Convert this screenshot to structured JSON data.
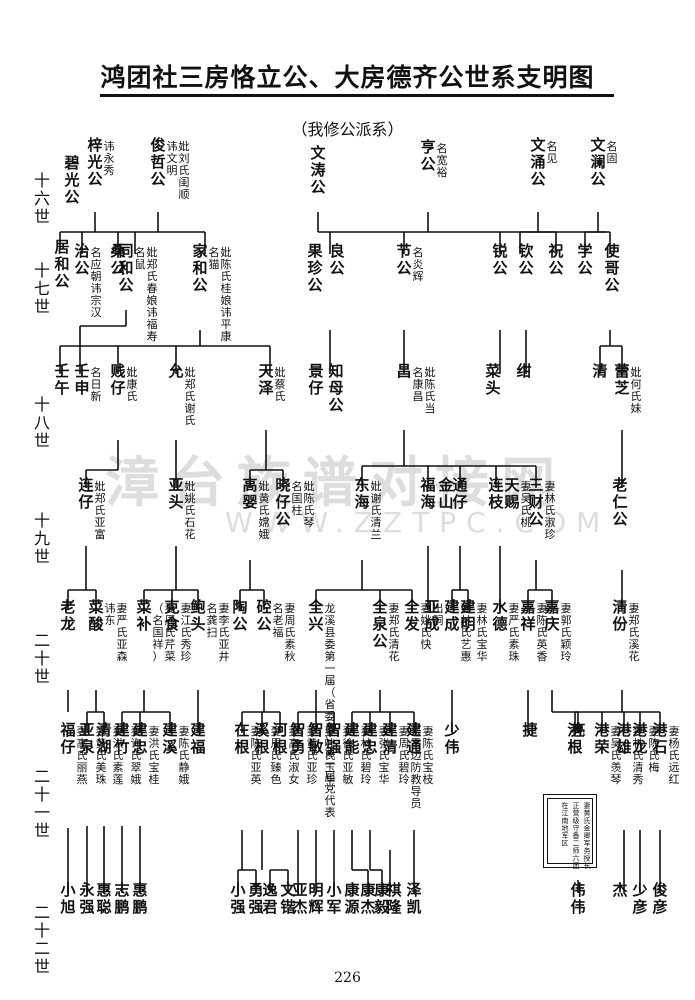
{
  "title": "鸿团社三房恪立公、大房德齐公世系支明图",
  "subtitle": "（我修公派系）",
  "generations": [
    "十六世",
    "十七世",
    "十八世",
    "十九世",
    "二十世",
    "二十一世",
    "二十二世"
  ],
  "watermark": "漳台族谱对接网",
  "watermark_url": "WWW.ZZTPC.COM",
  "page_number": "226",
  "military_note": "妻黄氏金卿军务授长正营级守备二师六团在江南地军区",
  "persons": [
    {
      "id": "zgg",
      "name": "梓光公",
      "note": "讳永秀"
    },
    {
      "id": "bgg",
      "name": "碧光公",
      "note": ""
    },
    {
      "id": "jzg",
      "name": "俊哲公",
      "note": "讳文明 妣刘氏闺顺"
    },
    {
      "id": "wtg",
      "name": "文涛公",
      "note": ""
    },
    {
      "id": "hg",
      "name": "亨公",
      "note": "名宽裕"
    },
    {
      "id": "wyg",
      "name": "文涌公",
      "note": "名见"
    },
    {
      "id": "wlg",
      "name": "文澜公",
      "note": "名固"
    },
    {
      "id": "jhg",
      "name": "居和公",
      "note": ""
    },
    {
      "id": "zhg",
      "name": "治公",
      "note": "名应朝讳宗汉"
    },
    {
      "id": "sg",
      "name": "桑公",
      "note": ""
    },
    {
      "id": "thg",
      "name": "同和公",
      "note": "名鼠 妣郑氏春娘讳福寿"
    },
    {
      "id": "jhg2",
      "name": "家和公",
      "note": "名猫 妣陈氏桂娘讳平康"
    },
    {
      "id": "gzg",
      "name": "果珍公",
      "note": ""
    },
    {
      "id": "lg",
      "name": "良公",
      "note": ""
    },
    {
      "id": "jg",
      "name": "节公",
      "note": "名炎辉"
    },
    {
      "id": "rg",
      "name": "锐公",
      "note": ""
    },
    {
      "id": "qg",
      "name": "钦公",
      "note": ""
    },
    {
      "id": "zg",
      "name": "祝公",
      "note": ""
    },
    {
      "id": "xg",
      "name": "学公",
      "note": ""
    },
    {
      "id": "sgg",
      "name": "使哥公",
      "note": ""
    },
    {
      "id": "rw",
      "name": "壬午",
      "note": ""
    },
    {
      "id": "rs",
      "name": "壬申",
      "note": "名日新"
    },
    {
      "id": "jz",
      "name": "贱仔",
      "note": "妣康氏"
    },
    {
      "id": "yz",
      "name": "允",
      "note": "妣郑氏谢氏"
    },
    {
      "id": "tz",
      "name": "天泽",
      "note": "妣蔡氏"
    },
    {
      "id": "jz2",
      "name": "景仔",
      "note": ""
    },
    {
      "id": "zmg",
      "name": "知母公",
      "note": ""
    },
    {
      "id": "c",
      "name": "昌",
      "note": "名康昌 妣陈氏当"
    },
    {
      "id": "ct",
      "name": "菜头",
      "note": ""
    },
    {
      "id": "s",
      "name": "绀",
      "note": ""
    },
    {
      "id": "q",
      "name": "清",
      "note": ""
    },
    {
      "id": "lz",
      "name": "蕾芝",
      "note": "妣何氏妹"
    },
    {
      "id": "lianz",
      "name": "连仔",
      "note": "妣郑氏亚富"
    },
    {
      "id": "yt",
      "name": "亚头",
      "note": "妣姚氏石花"
    },
    {
      "id": "gy",
      "name": "高婴",
      "note": "妣黄氏嫦娥"
    },
    {
      "id": "xzg",
      "name": "晓仔公",
      "note": "名国柱 妣陈氏琴"
    },
    {
      "id": "dh",
      "name": "东海",
      "note": "妣谢氏清兰"
    },
    {
      "id": "fh",
      "name": "福海",
      "note": ""
    },
    {
      "id": "js",
      "name": "金山",
      "note": ""
    },
    {
      "id": "tz2",
      "name": "通仔",
      "note": ""
    },
    {
      "id": "lzhi",
      "name": "连枝",
      "note": ""
    },
    {
      "id": "tc",
      "name": "天赐",
      "note": "妻吴氏桃"
    },
    {
      "id": "scg",
      "name": "三财公",
      "note": "妻林氏淑珍"
    },
    {
      "id": "lrg",
      "name": "老仁公",
      "note": ""
    },
    {
      "id": "laol",
      "name": "老龙",
      "note": ""
    },
    {
      "id": "cs",
      "name": "菜酸",
      "note": "讳东 妻严氏亚森"
    },
    {
      "id": "cb",
      "name": "菜补",
      "note": "（名国祥） 妻周氏芹菜"
    },
    {
      "id": "ks",
      "name": "克食",
      "note": "妻江氏秀珍"
    },
    {
      "id": "bt",
      "name": "鲍头",
      "note": "名龚扫 妻李氏亚井"
    },
    {
      "id": "tg",
      "name": "陶公",
      "note": ""
    },
    {
      "id": "zg2",
      "name": "硿公",
      "note": "名老福 妻周氏素秋"
    },
    {
      "id": "qx",
      "name": "全兴",
      "note": "龙溪县委第一届（省委员）第一届党代表"
    },
    {
      "id": "qq",
      "name": "全泉公",
      "note": "妻郑氏清花"
    },
    {
      "id": "qf",
      "name": "全发",
      "note": "妻姚氏快 出嗣"
    },
    {
      "id": "yc",
      "name": "亚成",
      "note": ""
    },
    {
      "id": "jc",
      "name": "建成",
      "note": "妻林氏艺惠"
    },
    {
      "id": "jm",
      "name": "建明",
      "note": "妻林氏宝华"
    },
    {
      "id": "sd",
      "name": "水德",
      "note": "妻严氏素珠"
    },
    {
      "id": "jx",
      "name": "嘉祥",
      "note": "妻陈氏英香"
    },
    {
      "id": "jq",
      "name": "嘉庆",
      "note": "妻郭氏颖玲"
    },
    {
      "id": "qf2",
      "name": "清份",
      "note": "妻郑氏溪花"
    },
    {
      "id": "fz",
      "name": "福仔",
      "note": "妻高氏丽燕"
    },
    {
      "id": "yq",
      "name": "亚泉",
      "note": "妻黄氏美珠"
    },
    {
      "id": "qh",
      "name": "清湖",
      "note": "妻洪氏素莲"
    },
    {
      "id": "jzhu",
      "name": "建竹",
      "note": "妻许氏翠娥"
    },
    {
      "id": "jzh",
      "name": "建忠",
      "note": "妻洪氏宝桂"
    },
    {
      "id": "jxi",
      "name": "建溪",
      "note": "妻陈氏静娥"
    },
    {
      "id": "jf",
      "name": "建福",
      "note": ""
    },
    {
      "id": "zgen",
      "name": "在根",
      "note": "妻陈氏亚英"
    },
    {
      "id": "xg2",
      "name": "溪根",
      "note": "妻周氏臻色"
    },
    {
      "id": "hgen",
      "name": "河根",
      "note": "妻高氏淑女"
    },
    {
      "id": "zy",
      "name": "智勇",
      "note": "妻黄氏亚珍"
    },
    {
      "id": "zm",
      "name": "智敏",
      "note": "妻叶氏玉华"
    },
    {
      "id": "zq",
      "name": "智强",
      "note": "妻徐氏亚敏"
    },
    {
      "id": "jn",
      "name": "建能",
      "note": "妻林氏碧玲"
    },
    {
      "id": "jzh2",
      "name": "建忠",
      "note": "妻张氏宝华"
    },
    {
      "id": "jqing",
      "name": "建清",
      "note": "妻周氏碧玲 云霄边防教导员"
    },
    {
      "id": "jt",
      "name": "建通",
      "note": "妻陈氏宝枝"
    },
    {
      "id": "sw",
      "name": "少伟",
      "note": ""
    },
    {
      "id": "jie",
      "name": "捷",
      "note": ""
    },
    {
      "id": "liang",
      "name": "亮",
      "note": ""
    },
    {
      "id": "ggen",
      "name": "港根",
      "note": ""
    },
    {
      "id": "grong",
      "name": "港荣",
      "note": "妻吴氏羡琴"
    },
    {
      "id": "gx",
      "name": "港雄",
      "note": "妻林氏清秀"
    },
    {
      "id": "glong",
      "name": "港龙",
      "note": "妻陈氏梅"
    },
    {
      "id": "gs",
      "name": "港石",
      "note": "妻杨氏远红"
    },
    {
      "id": "xx",
      "name": "小旭",
      "note": ""
    },
    {
      "id": "yqiang",
      "name": "永强",
      "note": ""
    },
    {
      "id": "hc",
      "name": "惠聪",
      "note": ""
    },
    {
      "id": "zp",
      "name": "志鹏",
      "note": ""
    },
    {
      "id": "hp",
      "name": "惠鹏",
      "note": ""
    },
    {
      "id": "xq",
      "name": "小强",
      "note": ""
    },
    {
      "id": "yjq",
      "name": "勇强",
      "note": ""
    },
    {
      "id": "yj",
      "name": "逸君",
      "note": ""
    },
    {
      "id": "wk",
      "name": "文锴",
      "note": ""
    },
    {
      "id": "yjie",
      "name": "亚杰",
      "note": ""
    },
    {
      "id": "mh",
      "name": "明辉",
      "note": ""
    },
    {
      "id": "xj",
      "name": "小军",
      "note": ""
    },
    {
      "id": "ky",
      "name": "康源",
      "note": ""
    },
    {
      "id": "kj",
      "name": "康杰",
      "note": ""
    },
    {
      "id": "ki",
      "name": "康毅",
      "note": ""
    },
    {
      "id": "ql",
      "name": "祺隆",
      "note": ""
    },
    {
      "id": "zk",
      "name": "泽凯",
      "note": ""
    },
    {
      "id": "ww",
      "name": "伟伟",
      "note": ""
    },
    {
      "id": "jie2",
      "name": "杰",
      "note": ""
    },
    {
      "id": "sy",
      "name": "少彦",
      "note": ""
    },
    {
      "id": "jy",
      "name": "俊彦",
      "note": ""
    }
  ]
}
